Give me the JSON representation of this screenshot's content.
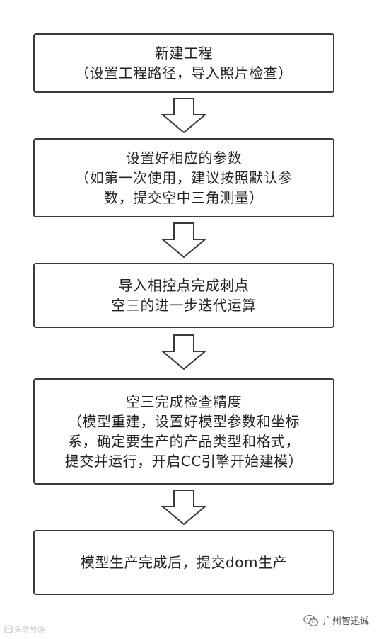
{
  "steps": [
    {
      "lines": [
        "新建工程",
        "（设置工程路径，导入照片检查）"
      ]
    },
    {
      "lines": [
        "设置好相应的参数",
        "（如第一次使用，建议按照默认参",
        "数，提交空中三角测量）"
      ]
    },
    {
      "lines": [
        "导入相控点完成刺点",
        "空三的进一步迭代运算"
      ]
    },
    {
      "lines": [
        "空三完成检查精度",
        "（模型重建，设置好模型参数和坐标",
        "系，确定要生产的产品类型和格式，",
        "提交并运行，开启CC引擎开始建模）"
      ]
    },
    {
      "lines": [
        "模型生产完成后，提交dom生产"
      ]
    }
  ],
  "watermarks": {
    "left": "头条号@",
    "right": "广州智迅诚"
  },
  "colors": {
    "border": "#3a3a3a",
    "text": "#222222",
    "arrow": "#3a3a3a"
  }
}
